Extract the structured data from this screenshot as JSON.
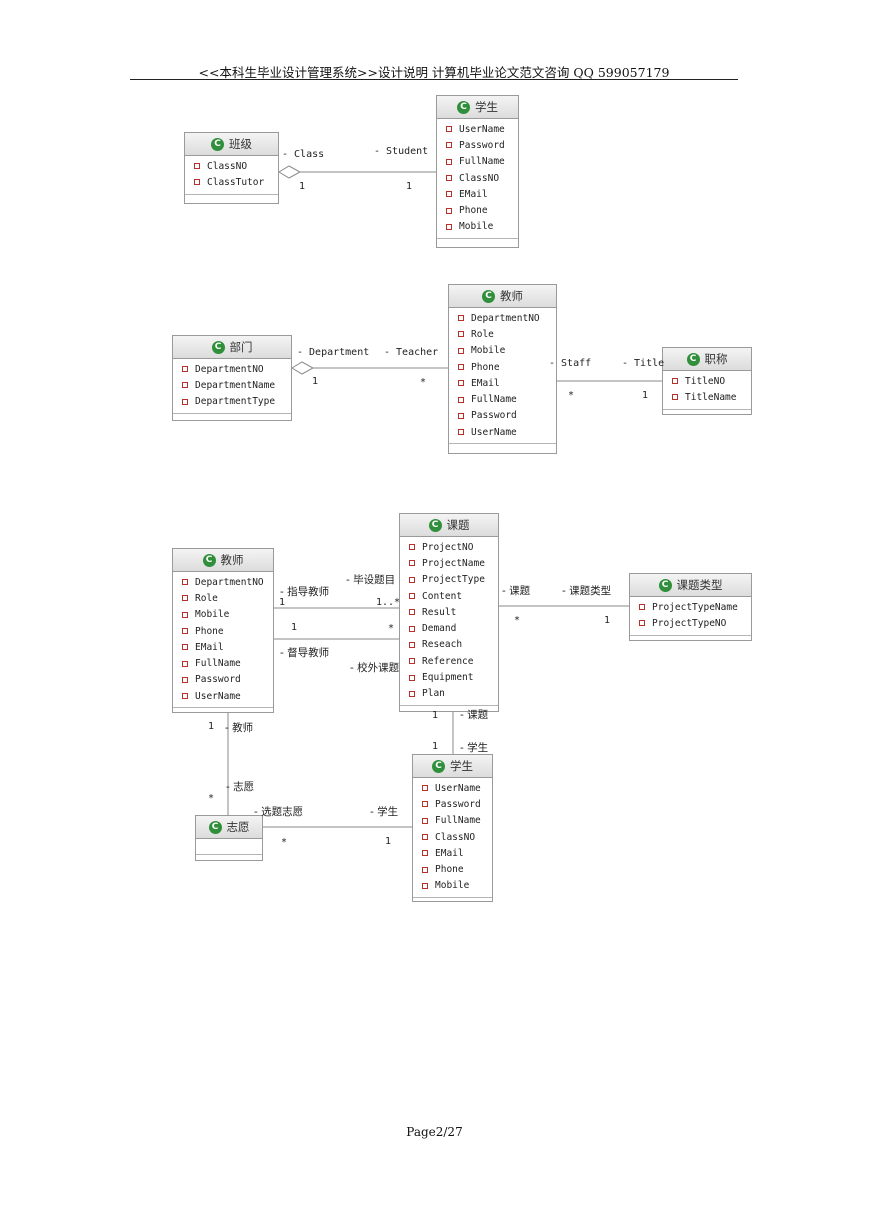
{
  "header": {
    "title": "<<本科生毕业设计管理系统>>设计说明  计算机毕业论文范文咨询 QQ 599057179"
  },
  "footer": {
    "page": "Page2/27"
  },
  "classes": {
    "banji": {
      "name": "班级",
      "attrs": [
        "ClassNO",
        "ClassTutor"
      ]
    },
    "xuesheng1": {
      "name": "学生",
      "attrs": [
        "UserName",
        "Password",
        "FullName",
        "ClassNO",
        "EMail",
        "Phone",
        "Mobile"
      ]
    },
    "bumen": {
      "name": "部门",
      "attrs": [
        "DepartmentNO",
        "DepartmentName",
        "DepartmentType"
      ]
    },
    "jiaoshi1": {
      "name": "教师",
      "attrs": [
        "DepartmentNO",
        "Role",
        "Mobile",
        "Phone",
        "EMail",
        "FullName",
        "Password",
        "UserName"
      ]
    },
    "zhicheng": {
      "name": "职称",
      "attrs": [
        "TitleNO",
        "TitleName"
      ]
    },
    "ketis": {
      "name": "课题",
      "attrs": [
        "ProjectNO",
        "ProjectName",
        "ProjectType",
        "Content",
        "Result",
        "Demand",
        "Reseach",
        "Reference",
        "Equipment",
        "Plan"
      ]
    },
    "jiaoshi2": {
      "name": "教师",
      "attrs": [
        "DepartmentNO",
        "Role",
        "Mobile",
        "Phone",
        "EMail",
        "FullName",
        "Password",
        "UserName"
      ]
    },
    "ketileixing": {
      "name": "课题类型",
      "attrs": [
        "ProjectTypeName",
        "ProjectTypeNO"
      ]
    },
    "xuesheng2": {
      "name": "学生",
      "attrs": [
        "UserName",
        "Password",
        "FullName",
        "ClassNO",
        "EMail",
        "Phone",
        "Mobile"
      ]
    },
    "zhiyuan": {
      "name": "志愿",
      "attrs": []
    }
  },
  "labels": {
    "class_role": "- Class",
    "student_role": "- Student",
    "class_mult": "1",
    "student_mult": "1",
    "department_role": "- Department",
    "teacher_role": "- Teacher",
    "department_mult": "1",
    "teacher_mult": "*",
    "staff_role": "- Staff",
    "title_role": "- Title",
    "staff_mult": "*",
    "title_mult": "1",
    "bysj_role": "- 毕设题目",
    "zhidao_role": "- 指导教师",
    "zhidao_mult": "1",
    "bysj_mult": "1..*",
    "dudao_mult_left": "1",
    "dudao_mult_right": "*",
    "dudao_role": "- 督导教师",
    "xiaowai_role": "- 校外课题",
    "keti_role": "- 课题",
    "ketileixing_role": "- 课题类型",
    "keti_mult": "*",
    "ketileixing_mult": "1",
    "keti_bottom_mult": "1",
    "keti_bottom_role": "- 课题",
    "xuesheng_top_mult": "1",
    "xuesheng_top_role": "- 学生",
    "jiaoshi_bottom_mult": "1",
    "jiaoshi_bottom_role": "- 教师",
    "zhiyuan_role": "- 志愿",
    "zhiyuan_top_mult": "*",
    "xuanti_role": "- 选题志愿",
    "xuesheng_left_role": "- 学生",
    "xuanti_mult": "*",
    "xuesheng_left_mult": "1"
  }
}
